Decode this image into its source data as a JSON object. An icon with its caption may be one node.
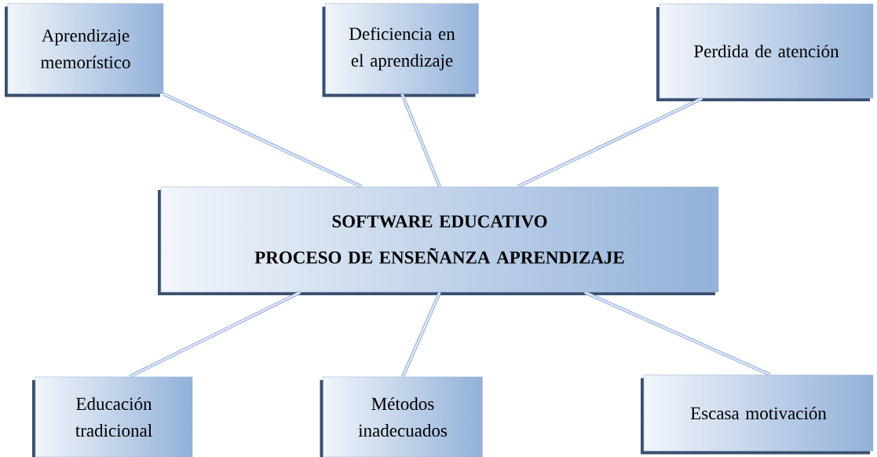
{
  "diagram": {
    "nodes": [
      {
        "text": [
          "Aprendizaje memorístico"
        ]
      },
      {
        "text": [
          "Deficiencia en el aprendizaje"
        ]
      },
      {
        "text": [
          "Perdida de atención"
        ]
      },
      {
        "text": [
          "SOFTWARE EDUCATIVO",
          "PROCESO DE ENSEÑANZA APRENDIZAJE"
        ]
      },
      {
        "text": [
          "Educación tradicional"
        ]
      },
      {
        "text": [
          "Métodos inadecuados"
        ]
      },
      {
        "text": [
          "Escasa motivación"
        ]
      }
    ],
    "edges": [
      {
        "from": 0,
        "to": 3,
        "arrow": "none"
      },
      {
        "from": 1,
        "to": 3,
        "arrow": "none"
      },
      {
        "from": 2,
        "to": 3,
        "arrow": "none"
      },
      {
        "from": 3,
        "to": 4,
        "arrow": "none"
      },
      {
        "from": 3,
        "to": 5,
        "arrow": "none"
      },
      {
        "from": 3,
        "to": 6,
        "arrow": "none"
      }
    ]
  }
}
